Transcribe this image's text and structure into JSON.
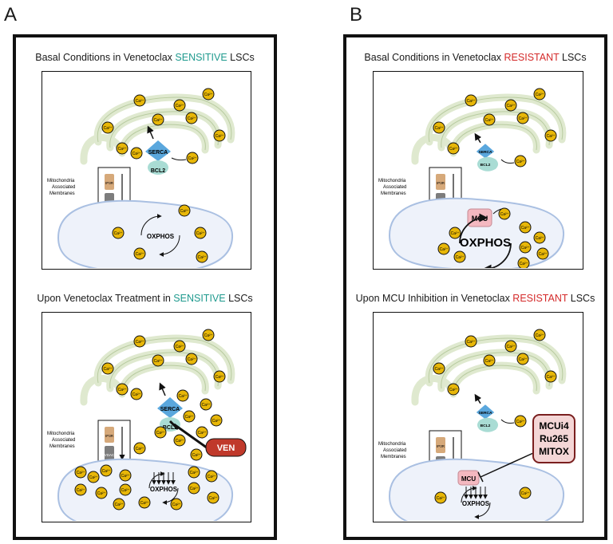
{
  "panels": {
    "A": {
      "letter": "A",
      "top": {
        "prefix": "Basal Conditions in Venetoclax ",
        "highlight": "SENSITIVE",
        "suffix": " LSCs"
      },
      "bottom": {
        "prefix": "Upon Venetoclax Treatment in ",
        "highlight": "SENSITIVE",
        "suffix": " LSCs"
      }
    },
    "B": {
      "letter": "B",
      "top": {
        "prefix": "Basal Conditions in Venetoclax ",
        "highlight": "RESISTANT",
        "suffix": " LSCs"
      },
      "bottom": {
        "prefix": "Upon MCU Inhibition in Venetoclax ",
        "highlight": "RESISTANT",
        "suffix": " LSCs"
      }
    }
  },
  "labels": {
    "calcium": "Ca²⁺",
    "serca": "SERCA",
    "bcl2": "BCL2",
    "ip3r": "IP3R",
    "vdac": "VDAC",
    "mam_1": "Mitochondria",
    "mam_2": "Associated",
    "mam_3": "Membranes",
    "oxphos": "OXPHOS",
    "mcu": "MCU",
    "ven": "VEN",
    "inhibitor_1": "MCUi4",
    "inhibitor_2": "Ru265",
    "inhibitor_3": "MITOX"
  },
  "colors": {
    "sensitive": "#1f9a8e",
    "resistant": "#d42a2a",
    "calcium_fill": "#e8b708",
    "er_fill": "#eef4e2",
    "mito_fill": "#eef2fa",
    "serca": "#5aa7dd",
    "bcl2": "#a9dcd4",
    "ven": "#c0392b",
    "mcu": "#f4b8c0"
  }
}
